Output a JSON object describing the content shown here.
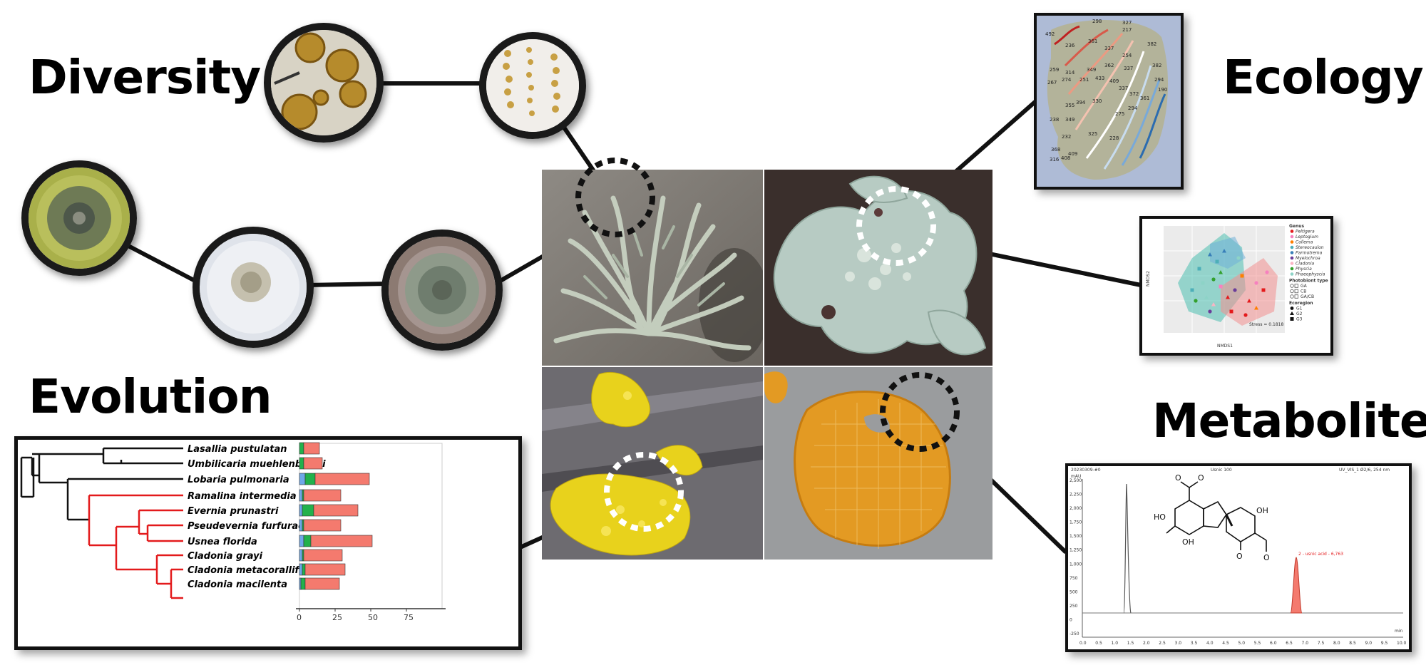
{
  "headings": {
    "diversity": "Diversity",
    "ecology": "Ecology",
    "evolution": "Evolution",
    "metabolite": "Metabolite"
  },
  "evolution_chart": {
    "species": [
      "Lasallia pustulatan",
      "Umbilicaria muehlenbergii",
      "Lobaria pulmonaria",
      "Ramalina intermedia",
      "Evernia prunastri",
      "Pseudevernia furfuracea",
      "Usnea florida",
      "Cladonia grayi",
      "Cladonia metacorallifera",
      "Cladonia macilenta"
    ],
    "x_ticks": [
      "0",
      "25",
      "50",
      "75"
    ],
    "colors": {
      "blue": "#6fa8e8",
      "green": "#22b14c",
      "red": "#f47a6e",
      "clade": "#e31a1c"
    },
    "bars": [
      {
        "blue": 0,
        "green": 3,
        "red": 11
      },
      {
        "blue": 0,
        "green": 3,
        "red": 13
      },
      {
        "blue": 4,
        "green": 7,
        "red": 38
      },
      {
        "blue": 2,
        "green": 1,
        "red": 26
      },
      {
        "blue": 2,
        "green": 8,
        "red": 31
      },
      {
        "blue": 2,
        "green": 1,
        "red": 26
      },
      {
        "blue": 3,
        "green": 5,
        "red": 43
      },
      {
        "blue": 2,
        "green": 1,
        "red": 27
      },
      {
        "blue": 2,
        "green": 2,
        "red": 28
      },
      {
        "blue": 1,
        "green": 3,
        "red": 24
      }
    ]
  },
  "ecology_map": {
    "labels": [
      "492",
      "298",
      "327",
      "217",
      "236",
      "361",
      "382",
      "337",
      "254",
      "259",
      "314",
      "349",
      "362",
      "337",
      "382",
      "294",
      "190",
      "267",
      "274",
      "251",
      "433",
      "409",
      "337",
      "372",
      "361",
      "355",
      "394",
      "330",
      "275",
      "294",
      "238",
      "349",
      "232",
      "325",
      "228",
      "368",
      "409",
      "316",
      "408"
    ]
  },
  "nmds": {
    "legend_genus_title": "Genus",
    "genus": [
      {
        "name": "Peltigera",
        "color": "#e41a1c"
      },
      {
        "name": "Leptogium",
        "color": "#f781bf"
      },
      {
        "name": "Collema",
        "color": "#ff7f00"
      },
      {
        "name": "Stereocaulon",
        "color": "#4dafb8"
      },
      {
        "name": "Parmotrema",
        "color": "#377eb8"
      },
      {
        "name": "Myelochroa",
        "color": "#6a3d9a"
      },
      {
        "name": "Cladonia",
        "color": "#fbb4c4"
      },
      {
        "name": "Physcia",
        "color": "#33a02c"
      },
      {
        "name": "Phaeophyscia",
        "color": "#8dd3c7"
      }
    ],
    "legend_photobiont_title": "Photobiont type",
    "photobiont": [
      "GA",
      "CB",
      "GA/CB"
    ],
    "legend_ecoregion_title": "Ecoregion",
    "ecoregion": [
      "G1",
      "G2",
      "G3"
    ],
    "stress": "Stress = 0.1818",
    "xlabel": "NMDS1",
    "ylabel": "NMDS2"
  },
  "chromatogram": {
    "header_left": "20230309-#0",
    "header_mid": "Usnic 100",
    "header_right": "UV_VIS_1 Ø2/6, 254 nm",
    "unit": "mAU",
    "peak_label": "2 - usnic acid - 6,763",
    "y_ticks": [
      "2,500",
      "2,250",
      "2,000",
      "1,750",
      "1,500",
      "1,250",
      "1,000",
      "750",
      "500",
      "250",
      "0",
      "-250"
    ],
    "x_ticks": [
      "0.0",
      "0.5",
      "1.0",
      "1.5",
      "2.0",
      "2.5",
      "3.0",
      "3.5",
      "4.0",
      "4.5",
      "5.0",
      "5.5",
      "6.0",
      "6.5",
      "7.0",
      "7.5",
      "8.0",
      "8.5",
      "9.0",
      "9.5",
      "10.0"
    ],
    "x_unit": "min",
    "molecule_groups": [
      "HO",
      "OH",
      "OH",
      "O",
      "O",
      "O",
      "O"
    ]
  }
}
